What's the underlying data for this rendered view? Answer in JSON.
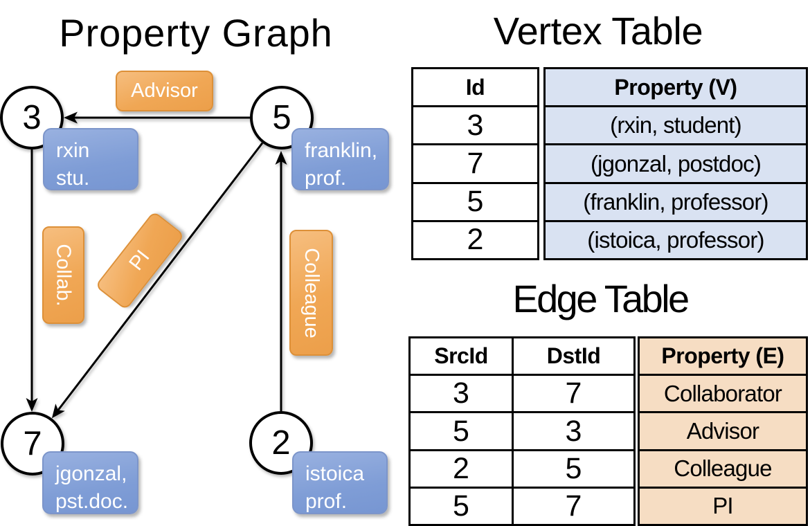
{
  "titles": {
    "graph": "Property Graph",
    "vertex_table": "Vertex Table",
    "edge_table": "Edge Table"
  },
  "graph": {
    "nodes": [
      {
        "id": "3",
        "line1": "rxin",
        "line2": "stu."
      },
      {
        "id": "5",
        "line1": "franklin,",
        "line2": "prof."
      },
      {
        "id": "7",
        "line1": "jgonzal,",
        "line2": "pst.doc."
      },
      {
        "id": "2",
        "line1": "istoica",
        "line2": "prof."
      }
    ],
    "edge_labels": {
      "advisor": "Advisor",
      "collab": "Collab.",
      "pi": "PI",
      "colleague": "Colleague"
    },
    "edges": [
      {
        "src": "5",
        "dst": "3",
        "label": "Advisor"
      },
      {
        "src": "3",
        "dst": "7",
        "label": "Collab."
      },
      {
        "src": "5",
        "dst": "7",
        "label": "PI"
      },
      {
        "src": "2",
        "dst": "5",
        "label": "Colleague"
      }
    ]
  },
  "vertex_table": {
    "headers": {
      "id": "Id",
      "property": "Property (V)"
    },
    "rows": [
      {
        "id": "3",
        "property": "(rxin, student)"
      },
      {
        "id": "7",
        "property": "(jgonzal, postdoc)"
      },
      {
        "id": "5",
        "property": "(franklin, professor)"
      },
      {
        "id": "2",
        "property": "(istoica, professor)"
      }
    ]
  },
  "edge_table": {
    "headers": {
      "src": "SrcId",
      "dst": "DstId",
      "property": "Property (E)"
    },
    "rows": [
      {
        "src": "3",
        "dst": "7",
        "property": "Collaborator"
      },
      {
        "src": "5",
        "dst": "3",
        "property": "Advisor"
      },
      {
        "src": "2",
        "dst": "5",
        "property": "Colleague"
      },
      {
        "src": "5",
        "dst": "7",
        "property": "PI"
      }
    ]
  },
  "colors": {
    "orange_light": "#F6BE7F",
    "orange": "#F0A755",
    "orange_dark": "#EC9F4A",
    "orange_border": "#DD9038",
    "blue_light": "#99B1E0",
    "blue": "#7F9DD6",
    "blue_dark": "#7796D2",
    "blue_border": "#7C95CA",
    "table_blue": "#D9E2F2",
    "table_tan": "#F6DDC3",
    "box_text": "#FFFFFF",
    "line": "#000000"
  }
}
